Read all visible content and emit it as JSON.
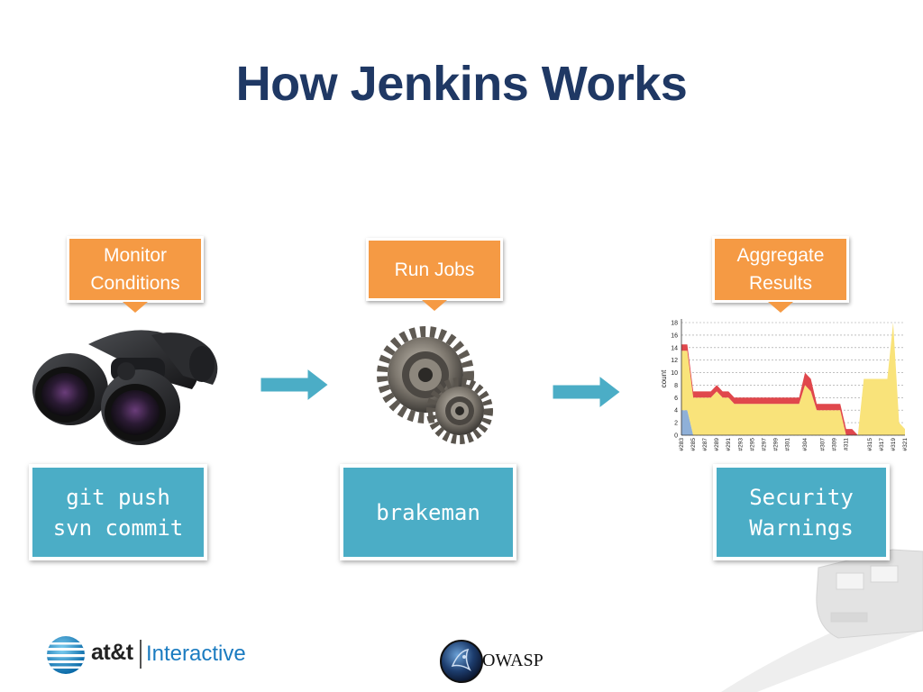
{
  "slide": {
    "title": "How Jenkins Works"
  },
  "steps": [
    {
      "callout": "Monitor\nConditions",
      "box_lines": [
        "git push",
        "svn commit"
      ],
      "image": "binoculars-icon"
    },
    {
      "callout": "Run Jobs",
      "box_lines": [
        "brakeman"
      ],
      "image": "gears-icon"
    },
    {
      "callout": "Aggregate\nResults",
      "box_lines": [
        "Security",
        "Warnings"
      ],
      "image": "trend-chart"
    }
  ],
  "footer": {
    "att_brand": "at&t",
    "att_product": "Interactive",
    "owasp_label": "OWASP"
  },
  "colors": {
    "title": "#1f3864",
    "callout": "#f59a44",
    "box": "#4badc6",
    "chart_high": "#e0474c",
    "chart_normal": "#f9e37a",
    "chart_low": "#8fb0d8"
  },
  "chart_data": {
    "type": "area",
    "ylabel": "count",
    "ylim": [
      0,
      18
    ],
    "yticks": [
      0,
      2,
      4,
      6,
      8,
      10,
      12,
      14,
      16,
      18
    ],
    "categories": [
      "#283",
      "#284",
      "#285",
      "#286",
      "#287",
      "#288",
      "#289",
      "#290",
      "#291",
      "#292",
      "#293",
      "#294",
      "#295",
      "#296",
      "#297",
      "#298",
      "#299",
      "#300",
      "#301",
      "#302",
      "#303",
      "#304",
      "#305",
      "#306",
      "#307",
      "#308",
      "#309",
      "#310",
      "#311",
      "#312",
      "#313",
      "#314",
      "#315",
      "#316",
      "#317",
      "#318",
      "#319",
      "#320",
      "#321"
    ],
    "tick_labels": [
      "#283",
      "#285",
      "#287",
      "#289",
      "#291",
      "#293",
      "#295",
      "#297",
      "#299",
      "#301",
      "#304",
      "#307",
      "#309",
      "#311",
      "#315",
      "#317",
      "#319",
      "#321"
    ],
    "series": [
      {
        "values": [
          4,
          4,
          0,
          0,
          0,
          0,
          0,
          0,
          0,
          0,
          0,
          0,
          0,
          0,
          0,
          0,
          0,
          0,
          0,
          0,
          0,
          0,
          0,
          0,
          0,
          0,
          0,
          0,
          0,
          0,
          0,
          0,
          0,
          0,
          0,
          0,
          0,
          0,
          0
        ]
      },
      {
        "values": [
          9.5,
          9.5,
          6,
          6,
          6,
          6,
          7,
          6,
          6,
          5,
          5,
          5,
          5,
          5,
          5,
          5,
          5,
          5,
          5,
          5,
          5,
          8,
          7,
          4,
          4,
          4,
          4,
          4,
          0,
          0,
          0,
          9,
          9,
          9,
          9,
          9,
          18,
          2,
          1
        ]
      },
      {
        "values": [
          1,
          1,
          1,
          1,
          1,
          1,
          1,
          1,
          1,
          1,
          1,
          1,
          1,
          1,
          1,
          1,
          1,
          1,
          1,
          1,
          1,
          2,
          2,
          1,
          1,
          1,
          1,
          1,
          1,
          1,
          0,
          0,
          0,
          0,
          0,
          0,
          0,
          0,
          0
        ]
      }
    ]
  }
}
